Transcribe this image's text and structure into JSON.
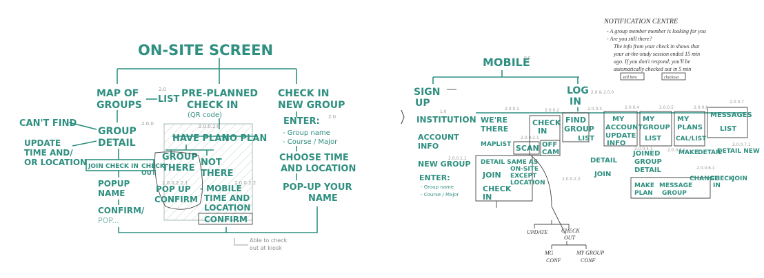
{
  "left_sketch": {
    "title": "ON-SITE SCREEN",
    "map_of_groups": [
      "MAP OF",
      "GROUPS"
    ],
    "list": "LIST",
    "pre_planned": [
      "PRE-PLANNED",
      "CHECK IN"
    ],
    "qr_code": "(QR code)",
    "check_in_new_group": [
      "CHECK IN",
      "NEW GROUP"
    ],
    "cant_find": "CAN'T FIND",
    "group_detail": [
      "GROUP",
      "DETAIL"
    ],
    "update": [
      "UPDATE",
      "TIME AND/",
      "OR LOCATION"
    ],
    "join_check_in": "JOIN CHECK IN",
    "check_out": [
      "CHECK",
      "OUT"
    ],
    "popup_name": [
      "POPUP",
      "NAME"
    ],
    "confirm": [
      "CONFIRM/",
      "POP..."
    ],
    "have_plan": "HAVE PLAN",
    "no_plan": "NO PLAN",
    "group_there": [
      "GROUP",
      "THERE"
    ],
    "not_there": [
      "NOT",
      "THERE"
    ],
    "popup_confirm": [
      "POP UP",
      "CONFIRM"
    ],
    "mobile_time": [
      "- MOBILE",
      "TIME AND",
      "LOCATION"
    ],
    "confirm2": "CONFIRM",
    "enter": "ENTER:",
    "enter_items": [
      "- Group name",
      "- Course / Major"
    ],
    "choose_time": [
      "CHOOSE TIME",
      "AND LOCATION"
    ],
    "popup_your_name": [
      "POP-UP YOUR",
      "NAME"
    ],
    "kiosk_note": [
      "Able to check",
      "out at kiosk"
    ],
    "version_labels": [
      "2.0",
      "2.0.0",
      "2.0.0.2.0",
      "2.0.0.2.2",
      "2.0.0.2.2.1",
      "2.0"
    ]
  },
  "right_sketch": {
    "title": "MOBILE",
    "title_version": "0.0",
    "sign_up": [
      "SIGN",
      "UP"
    ],
    "sign_up_version": "1.0",
    "log_in": [
      "LOG",
      "IN"
    ],
    "log_in_version": "2.0 & 2.0.0",
    "institution": "INSTITUTION",
    "account_info": [
      "ACCOUNT",
      "INFO"
    ],
    "new_group": "NEW GROUP",
    "enter": "ENTER:",
    "enter_items": [
      "- Group name",
      "- Course / Major"
    ],
    "were_there": [
      "WE'RE",
      "THERE"
    ],
    "maplist": "MAPLIST",
    "check_in": [
      "CHECK",
      "IN"
    ],
    "scan": "SCAN",
    "off_cam": [
      "OFF",
      "CAM"
    ],
    "detail_same": [
      "DETAIL SAME AS",
      "ON-SITE",
      "EXCEPT",
      "LOCATION"
    ],
    "join": "JOIN",
    "check_in2": [
      "CHECK",
      "IN"
    ],
    "find_group": [
      "FIND",
      "GROUP"
    ],
    "find_list": "LIST",
    "detail_join": [
      "DETAIL",
      "JOIN"
    ],
    "my_account": [
      "MY",
      "ACCOUNT"
    ],
    "update_info": [
      "UPDATE",
      "INFO"
    ],
    "my_group": [
      "MY",
      "GROUP"
    ],
    "my_group_list": "LIST",
    "join_group_detail": [
      "JOINED",
      "GROUP",
      "DETAIL"
    ],
    "my_plans": [
      "MY",
      "PLANS"
    ],
    "cal_list": "CAL/LIST",
    "make_detail": [
      "MAKE",
      "DETAIL"
    ],
    "messages": [
      "MESSAGES",
      "LIST"
    ],
    "detail_new": "DETAIL NEW",
    "make_plan": [
      "MAKE",
      "PLAN"
    ],
    "message_group": [
      "MESSAGE",
      "GROUP"
    ],
    "change": "CHANGE",
    "check_in3": [
      "CHECK",
      "IN"
    ],
    "join2": "JOIN",
    "update": "UPDATE",
    "check_out": [
      "CHECK",
      "OUT"
    ],
    "mg_conf": [
      "MG",
      "CONF"
    ],
    "my_group_conf": [
      "MY GROUP",
      "CONF"
    ],
    "version_labels": [
      "2.0.0.1",
      "2.0.0.2",
      "2.0.0.3",
      "2.0.0.4",
      "2.0.0.5",
      "2.0.0.6",
      "2.0.0.7",
      "2.0.0.2.1",
      "2.0.0.2.2",
      "2.0.0.1.1",
      "2.0.0.4.1",
      "2.0.0.5.1",
      "2.0.0.6.1",
      "2.0.0.7.1"
    ]
  },
  "notification": {
    "title": "NOTIFICATION CENTRE",
    "lines": [
      "- A group member member is looking for you",
      "- Are you still there?",
      "The info from your check in shows that",
      "your at-the-study session ended 15 min",
      "ago. If you don't respond, you'll be",
      "automatically checked out in 5 min"
    ],
    "buttons": [
      "still here",
      "checkout"
    ]
  }
}
